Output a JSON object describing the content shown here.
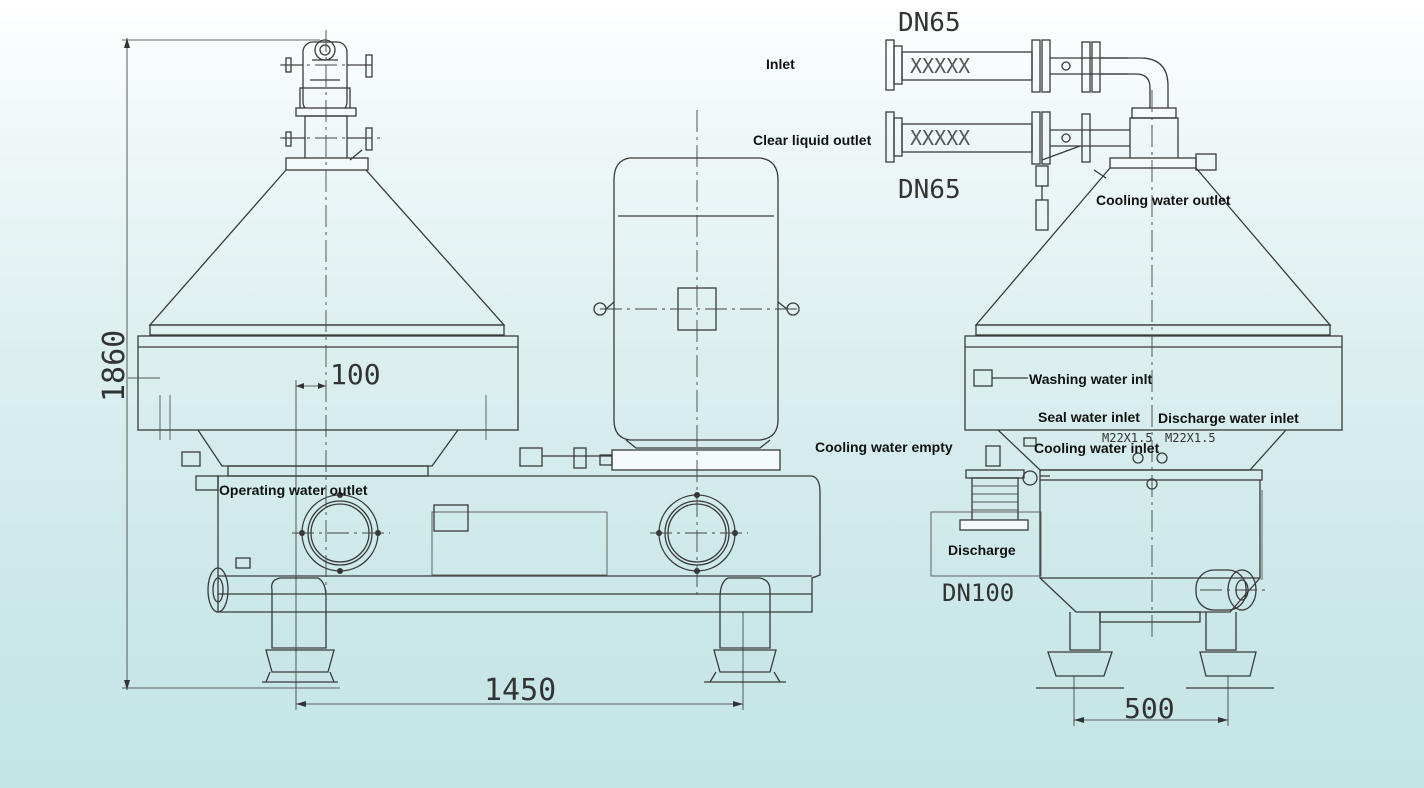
{
  "labels": {
    "inlet": "Inlet",
    "clear_liquid_outlet": "Clear liquid outlet",
    "cooling_water_outlet": "Cooling water outlet",
    "washing_water_inlet": "Washing water inlt",
    "seal_water_inlet": "Seal water inlet",
    "discharge_water_inlet": "Discharge water inlet",
    "cooling_water_empty": "Cooling water empty",
    "cooling_water_inlet": "Cooling water inlet",
    "operating_water_outlet": "Operating water outlet",
    "discharge": "Discharge"
  },
  "dimensions": {
    "height": "1860",
    "offset": "100",
    "length": "1450",
    "width": "500",
    "dn_inlet": "DN65",
    "dn_outlet": "DN65",
    "dn_discharge": "DN100",
    "thread_1": "M22X1.5",
    "thread_2": "M22X1.5"
  },
  "colors": {
    "line": "#3a3a3a",
    "label": "#111111",
    "background_bottom": "#c4e4e5"
  }
}
